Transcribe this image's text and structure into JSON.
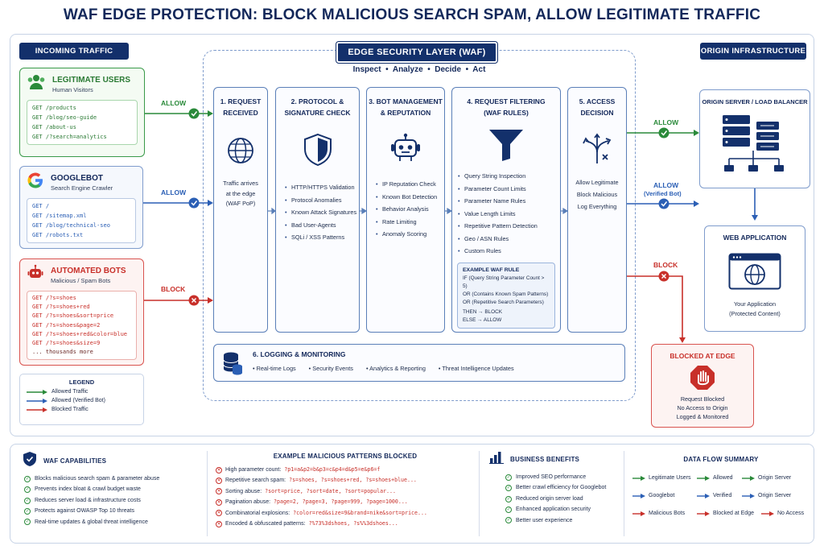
{
  "title": "WAF EDGE PROTECTION: BLOCK MALICIOUS SEARCH SPAM, ALLOW LEGITIMATE TRAFFIC",
  "incoming_label": "INCOMING TRAFFIC",
  "origin_label": "ORIGIN INFRASTRUCTURE",
  "waf_label": "EDGE SECURITY LAYER (WAF)",
  "waf_tagline": "Inspect  •  Analyze  •  Decide  •  Act",
  "sources": [
    {
      "name": "LEGITIMATE USERS",
      "sub": "Human Visitors",
      "lines": [
        "GET /products",
        "GET /blog/seo-guide",
        "GET /about-us",
        "GET /?search=analytics"
      ],
      "action": "ALLOW"
    },
    {
      "name": "GOOGLEBOT",
      "sub": "Search Engine Crawler",
      "lines": [
        "GET /",
        "GET /sitemap.xml",
        "GET /blog/technical-seo",
        "GET /robots.txt"
      ],
      "action": "ALLOW"
    },
    {
      "name": "AUTOMATED BOTS",
      "sub": "Malicious / Spam Bots",
      "lines": [
        "GET /?s=shoes",
        "GET /?s=shoes+red",
        "GET /?s=shoes&sort=price",
        "GET /?s=shoes&page=2",
        "GET /?s=shoes+red&color=blue",
        "GET /?s=shoes&size=9",
        "... thousands more"
      ],
      "action": "BLOCK"
    }
  ],
  "legend": {
    "title": "LEGEND",
    "items": [
      "Allowed Traffic",
      "Allowed (Verified Bot)",
      "Blocked Traffic"
    ]
  },
  "stages": [
    {
      "title": "1. REQUEST\nRECEIVED",
      "desc": "Traffic arrives\nat the edge\n(WAF PoP)"
    },
    {
      "title": "2. PROTOCOL &\nSIGNATURE CHECK",
      "items": [
        "HTTP/HTTPS Validation",
        "Protocol Anomalies",
        "Known Attack Signatures",
        "Bad User-Agents",
        "SQLi / XSS Patterns"
      ]
    },
    {
      "title": "3. BOT MANAGEMENT\n& REPUTATION",
      "items": [
        "IP Reputation Check",
        "Known Bot Detection",
        "Behavior Analysis",
        "Rate Limiting",
        "Anomaly Scoring"
      ]
    },
    {
      "title": "4. REQUEST FILTERING\n(WAF RULES)",
      "items": [
        "Query String Inspection",
        "Parameter Count Limits",
        "Parameter Name Rules",
        "Value Length Limits",
        "Repetitive Pattern Detection",
        "Geo / ASN Rules",
        "Custom Rules"
      ]
    },
    {
      "title": "5. ACCESS\nDECISION",
      "lines": [
        "Allow Legitimate",
        "Block Malicious",
        "Log Everything"
      ]
    }
  ],
  "rule": {
    "title": "EXAMPLE WAF RULE",
    "lines": [
      "IF (Query String Parameter Count > 5)",
      "OR (Contains Known Spam Patterns)",
      "OR (Repetitive Search Parameters)",
      "THEN → BLOCK",
      "ELSE → ALLOW"
    ]
  },
  "logging": {
    "title": "6. LOGGING & MONITORING",
    "items": [
      "Real-time Logs",
      "Security Events",
      "Analytics & Reporting",
      "Threat Intelligence Updates"
    ]
  },
  "decisions": [
    {
      "label": "ALLOW"
    },
    {
      "label": "ALLOW",
      "sub": "(Verified Bot)"
    },
    {
      "label": "BLOCK"
    }
  ],
  "origin_server": {
    "title": "ORIGIN SERVER / LOAD BALANCER"
  },
  "web_app": {
    "title": "WEB APPLICATION",
    "sub1": "Your Application",
    "sub2": "(Protected Content)"
  },
  "blocked": {
    "title": "BLOCKED AT EDGE",
    "lines": [
      "Request Blocked",
      "No Access to Origin",
      "Logged & Monitored"
    ]
  },
  "capabilities": {
    "title": "WAF CAPABILITIES",
    "items": [
      "Blocks malicious search spam & parameter abuse",
      "Prevents index bloat & crawl budget waste",
      "Reduces server load & infrastructure costs",
      "Protects against OWASP Top 10 threats",
      "Real-time updates & global threat intelligence"
    ]
  },
  "patterns": {
    "title": "EXAMPLE MALICIOUS PATTERNS BLOCKED",
    "items": [
      {
        "label": "High parameter count:",
        "value": "?p1=a&p2=b&p3=c&p4=d&p5=e&p6=f"
      },
      {
        "label": "Repetitive search spam:",
        "value": "?s=shoes, ?s=shoes+red, ?s=shoes+blue..."
      },
      {
        "label": "Sorting abuse:",
        "value": "?sort=price, ?sort=date, ?sort=popular..."
      },
      {
        "label": "Pagination abuse:",
        "value": "?page=2, ?page=3, ?page=999, ?page=1000..."
      },
      {
        "label": "Combinatorial explosions:",
        "value": "?color=red&size=9&brand=nike&sort=price..."
      },
      {
        "label": "Encoded & obfuscated patterns:",
        "value": "?%73%3dshoes, ?s%%3dshoes..."
      }
    ]
  },
  "benefits": {
    "title": "BUSINESS BENEFITS",
    "items": [
      "Improved SEO performance",
      "Better crawl efficiency for Googlebot",
      "Reduced origin server load",
      "Enhanced application security",
      "Better user experience"
    ]
  },
  "summary": {
    "title": "DATA FLOW SUMMARY",
    "rows": [
      {
        "who": "Legitimate Users",
        "what": "Allowed",
        "dest": "Origin Server"
      },
      {
        "who": "Googlebot",
        "what": "Verified",
        "dest": "Origin Server"
      },
      {
        "who": "Malicious Bots",
        "what": "Blocked at Edge",
        "dest": "No Access"
      }
    ]
  },
  "colors": {
    "green": "#2a8a3a",
    "blue": "#2b5fb5",
    "red": "#c8302a",
    "navy": "#13306b"
  }
}
